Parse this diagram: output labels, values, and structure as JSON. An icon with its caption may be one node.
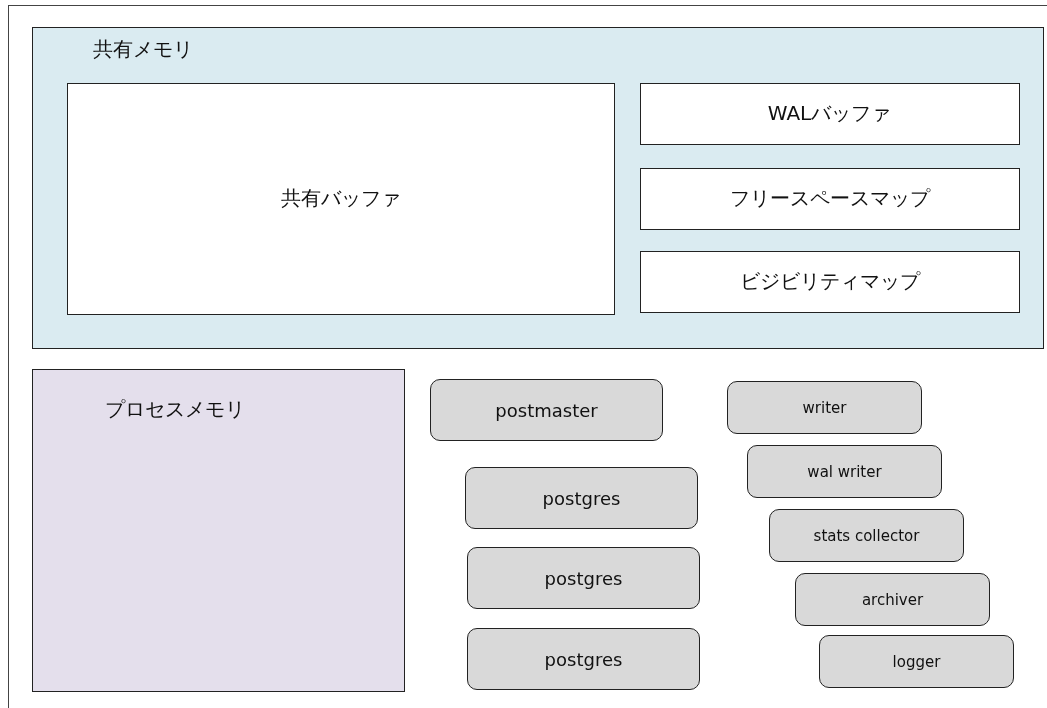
{
  "diagram": {
    "nodes": [
      {
        "text": [
          "共有メモリ"
        ]
      },
      {
        "text": [
          "共有バッファ"
        ],
        "in": 0
      },
      {
        "text": [
          "WALバッファ"
        ],
        "in": 0
      },
      {
        "text": [
          "フリースペースマップ"
        ],
        "in": 0
      },
      {
        "text": [
          "ビジビリティマップ"
        ],
        "in": 0
      },
      {
        "text": [
          "プロセスメモリ"
        ]
      },
      {
        "text": [
          "postmaster"
        ]
      },
      {
        "text": [
          "postgres"
        ]
      },
      {
        "text": [
          "postgres"
        ]
      },
      {
        "text": [
          "postgres"
        ]
      },
      {
        "text": [
          "writer"
        ]
      },
      {
        "text": [
          "wal writer"
        ]
      },
      {
        "text": [
          "stats collector"
        ]
      },
      {
        "text": [
          "archiver"
        ]
      },
      {
        "text": [
          "logger"
        ]
      }
    ]
  }
}
